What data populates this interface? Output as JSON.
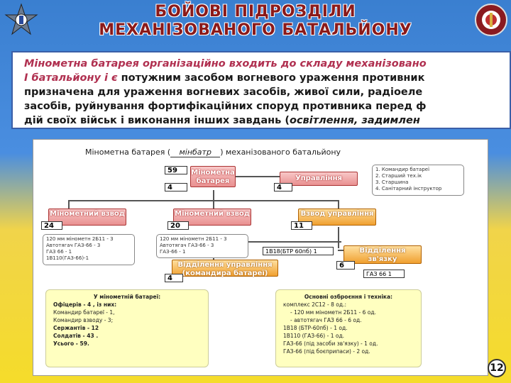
{
  "header": {
    "title_line1": "БОЙОВІ ПІДРОЗДІЛИ",
    "title_line2": "МЕХАНІЗОВАНОГО БАТАЛЬЙОНУ"
  },
  "intro": {
    "line1_em": "Мінометна батарея організаційно входить до складу механізовано",
    "line2_em": "І батальйону і є",
    "line2_rest": " потужним засобом вогневого ураження противник",
    "line3": "призначена для ураження вогневих засобів, живої сили, радіоеле",
    "line4": "засобів, руйнування фортифікаційних споруд противника перед ф",
    "line5_start": "дій своїх військ і виконання інших завдань (",
    "line5_em": "освітлення, задимлен"
  },
  "diagram": {
    "title_start": "Мінометна батарея (",
    "title_italic": "мінбатр",
    "title_end": ") механізованого батальйону",
    "battery": {
      "label": "Мінометна батарея",
      "n_top": "59",
      "n_bottom": "4"
    },
    "control": {
      "label": "Управління",
      "n": "4",
      "list": [
        "1. Командир батареї",
        "2. Старший тех.ік",
        "3. Старшина",
        "4. Санітарний інструктор"
      ]
    },
    "platoon1": {
      "label": "Мінометний взвод",
      "n": "24",
      "list": [
        "120 мм мінометн 2Б11 - 3",
        "Автотягач ГАЗ-66 - 3",
        "ГАЗ 66 - 1",
        "1В110(ГАЗ-66)-1"
      ]
    },
    "platoon2": {
      "label": "Мінометний взвод",
      "n": "20",
      "list": [
        "120 мм мінометн 2Б11 - 3",
        "Автотягач ГАЗ-66 - 3",
        "ГАЗ-66 - 1"
      ]
    },
    "control_platoon": {
      "label": "Взвод управління",
      "n": "11"
    },
    "btr": {
      "text": "1В18(БТР 60пб)   1"
    },
    "comm_section": {
      "label": "Відділення зв'язку",
      "n": "6",
      "vehicle": "ГАЗ 66    1"
    },
    "cmd_section": {
      "label": "Відділення управління (командира батареї)",
      "n": "4"
    },
    "personnel": {
      "title": "У мінометній батареї:",
      "lines": [
        "Офіцерів - 4 , із них:",
        "Командир батареї - 1,",
        "Командир взводу - 3;",
        "Сержантів - 12",
        "Солдатів - 43 .",
        "Усього - 59."
      ]
    },
    "equipment": {
      "title": "Основні озброєння і техніка:",
      "lines": [
        "комплекс 2С12 - 8 од.:",
        "- 120 мм мінометн 2Б11 - 6 од.",
        "- автотягач ГАЗ 66 - 6 од.",
        "1В18 (БТР-60пб) - 1 од.",
        "1В110 (ГАЗ-66) - 1 од.",
        "ГАЗ-66 (під засоби зв'язку) - 1 од.",
        "ГАЗ-66 (під боєприпаси) - 2 од."
      ]
    }
  },
  "page": {
    "number": "12"
  },
  "colors": {
    "title": "#8b1a1a",
    "accent_pink": "#e99090",
    "accent_orange": "#f0a030",
    "blue": "#3a7fd0",
    "yellow": "#f5dc2a"
  }
}
